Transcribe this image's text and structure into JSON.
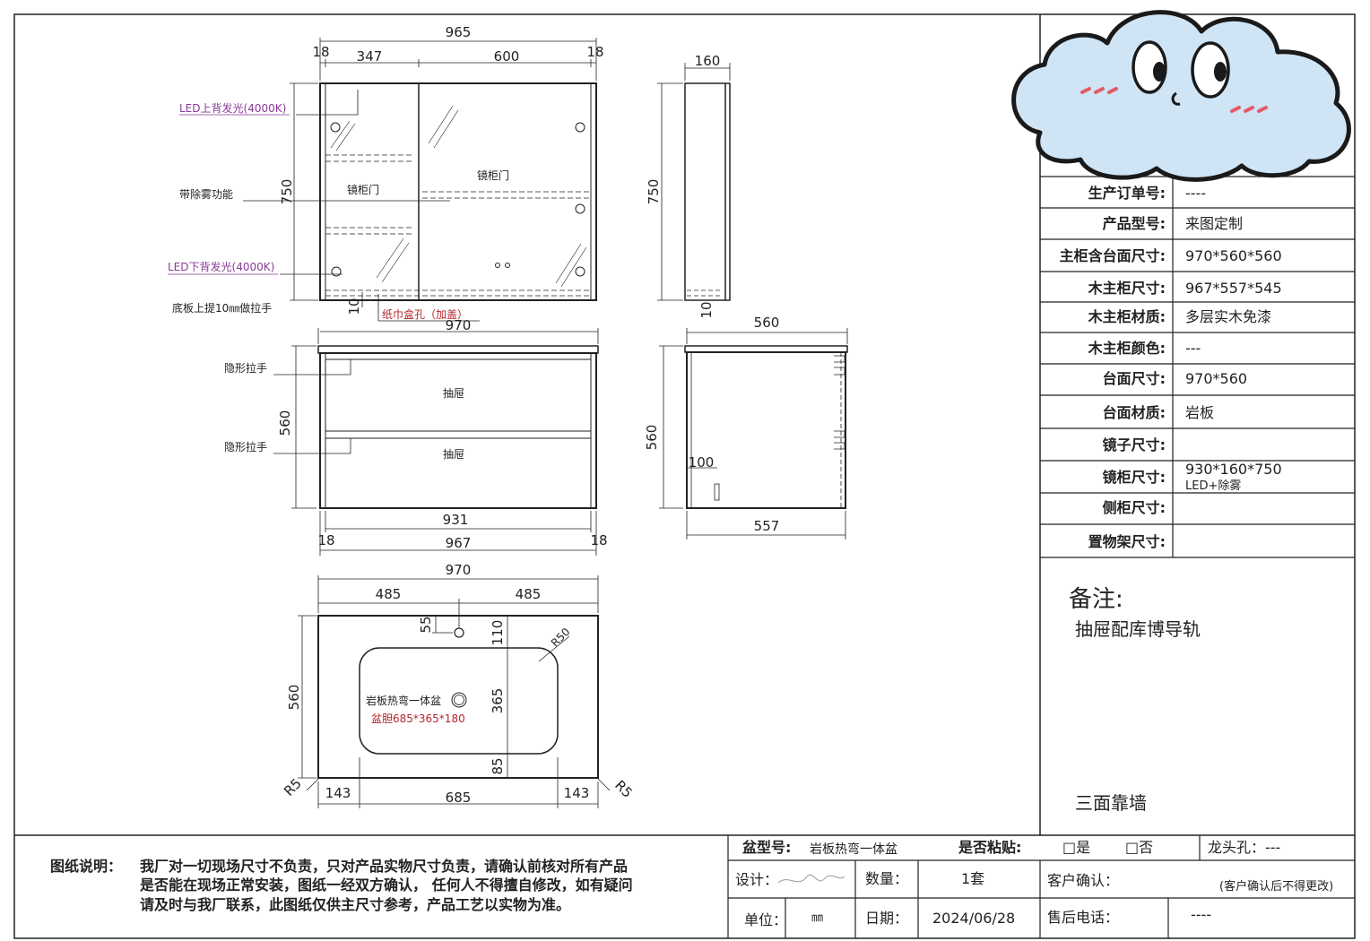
{
  "mirror_cabinet": {
    "overall_width": "965",
    "side_left": "18",
    "panel_left": "347",
    "panel_right": "600",
    "side_right": "18",
    "height": "750",
    "bottom_gap": "10",
    "door_left": "镜柜门",
    "door_right": "镜柜门",
    "note_led_top": "LED上背发光(4000K)",
    "note_defog": "带除雾功能",
    "note_led_bottom": "LED下背发光(4000K)",
    "note_handle": "底板上提10㎜做拉手",
    "note_tissue": "纸巾盒孔（加盖）"
  },
  "mirror_side": {
    "depth": "160",
    "height": "750",
    "bottom_gap": "10"
  },
  "main_cabinet": {
    "top_width": "970",
    "height": "560",
    "drawer": "抽屉",
    "drawer2": "抽屉",
    "hidden_handle": "隐形拉手",
    "hidden_handle2": "隐形拉手",
    "inner_width": "931",
    "bottom_width": "967",
    "side_left": "18",
    "side_right": "18"
  },
  "main_side": {
    "depth_top": "560",
    "height": "560",
    "toe": "100",
    "depth_bottom": "557"
  },
  "countertop": {
    "width": "970",
    "half_left": "485",
    "half_right": "485",
    "depth": "560",
    "faucet_offset": "55",
    "front_gap": "110",
    "bowl_depth": "365",
    "back_gap": "85",
    "corner_radius": "R50",
    "edge_radius_left": "R5",
    "edge_radius_right": "R5",
    "margin_left": "143",
    "bowl_width": "685",
    "margin_right": "143",
    "basin_name": "岩板热弯一体盆",
    "basin_size": "盆胆685*365*180"
  },
  "spec_table": {
    "rows": [
      {
        "label": "生产订单号:",
        "value": "----"
      },
      {
        "label": "产品型号:",
        "value": "来图定制"
      },
      {
        "label": "主柜含台面尺寸:",
        "value": "970*560*560"
      },
      {
        "label": "木主柜尺寸:",
        "value": "967*557*545"
      },
      {
        "label": "木主柜材质:",
        "value": "多层实木免漆"
      },
      {
        "label": "木主柜颜色:",
        "value": "---"
      },
      {
        "label": "台面尺寸:",
        "value": "970*560"
      },
      {
        "label": "台面材质:",
        "value": "岩板"
      },
      {
        "label": "镜子尺寸:",
        "value": ""
      },
      {
        "label": "镜柜尺寸:",
        "value": "930*160*750",
        "value2": "LED+除雾"
      },
      {
        "label": "侧柜尺寸:",
        "value": ""
      },
      {
        "label": "置物架尺寸:",
        "value": ""
      }
    ],
    "remarks_title": "备注:",
    "remarks_line": "抽屉配库博导轨",
    "wall_note": "三面靠墙"
  },
  "footer": {
    "notes_label": "图纸说明：",
    "notes_line1": "我厂对一切现场尺寸不负责，只对产品实物尺寸负责，请确认前核对所有产品",
    "notes_line2": "是否能在现场正常安装，图纸一经双方确认，  任何人不得擅自修改，如有疑问",
    "notes_line3": "请及时与我厂联系，此图纸仅供主尺寸参考，产品工艺以实物为准。",
    "basin_type_label": "盆型号:",
    "basin_type_value": "岩板热弯一体盆",
    "glued_label": "是否粘贴:",
    "yes": "□是",
    "no": "□否",
    "faucet_label": "龙头孔：---",
    "design_label": "设计：",
    "qty_label": "数量：",
    "qty_value": "1套",
    "customer_confirm_label": "客户确认：",
    "customer_confirm_note": "(客户确认后不得更改)",
    "unit_label": "单位：",
    "unit_value": "㎜",
    "date_label": "日期：",
    "date_value": "2024/06/28",
    "service_label": "售后电话：",
    "service_value": "----"
  },
  "colors": {
    "line": "#222222",
    "purple": "#8a3a9a",
    "red": "#b3262e",
    "sticker": "#cfe4f5"
  }
}
